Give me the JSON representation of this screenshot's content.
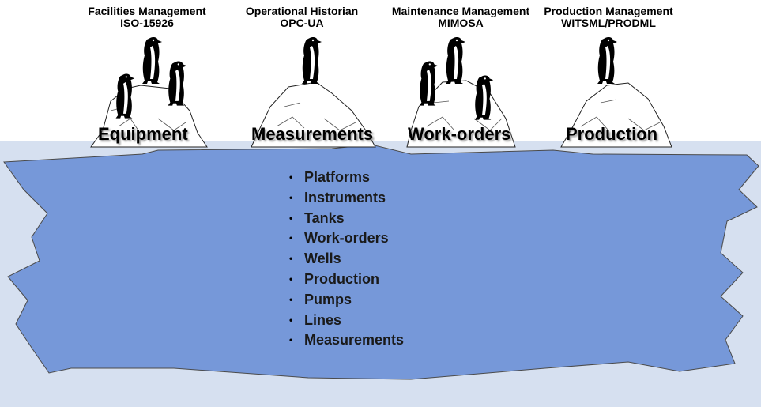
{
  "systems": [
    {
      "name": "Facilities Management",
      "standard": "ISO-15926"
    },
    {
      "name": "Operational Historian",
      "standard": "OPC-UA"
    },
    {
      "name": "Maintenance Management",
      "standard": "MIMOSA"
    },
    {
      "name": "Production Management",
      "standard": "WITSML/PRODML"
    }
  ],
  "icebergs": [
    {
      "label": "Equipment",
      "penguins": 3
    },
    {
      "label": "Measurements",
      "penguins": 1
    },
    {
      "label": "Work-orders",
      "penguins": 3
    },
    {
      "label": "Production",
      "penguins": 1
    }
  ],
  "underwater_items": [
    "Platforms",
    "Instruments",
    "Tanks",
    "Work-orders",
    "Wells",
    "Production",
    "Pumps",
    "Lines",
    "Measurements"
  ],
  "colors": {
    "water": "#d6e0f0",
    "ice_underwater": "#7698d9",
    "ice_top": "#ffffff",
    "penguin": "#000000"
  }
}
